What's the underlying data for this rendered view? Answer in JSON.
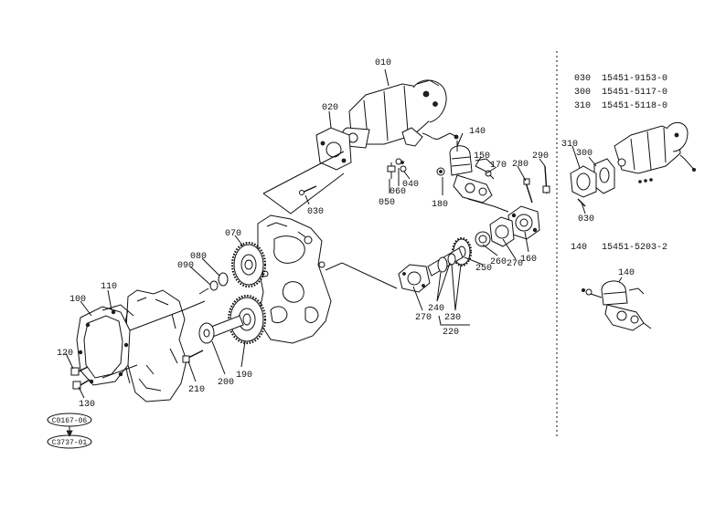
{
  "callouts": {
    "c010": "010",
    "c020": "020",
    "c030": "030",
    "c040": "040",
    "c050": "050",
    "c060": "060",
    "c070": "070",
    "c080": "080",
    "c090": "090",
    "c100": "100",
    "c110": "110",
    "c120": "120",
    "c130": "130",
    "c140": "140",
    "c150": "150",
    "c160": "160",
    "c170": "170",
    "c180": "180",
    "c190": "190",
    "c200": "200",
    "c210": "210",
    "c220": "220",
    "c230": "230",
    "c240": "240",
    "c250": "250",
    "c260": "260",
    "c270a": "270",
    "c270b": "270",
    "c280": "280",
    "c290": "290"
  },
  "references": {
    "ref1": "C0167-06",
    "ref2": "C3737-01"
  },
  "parts_table": {
    "rows": [
      {
        "ref": "030",
        "part": "15451-9153-0"
      },
      {
        "ref": "300",
        "part": "15451-5117-0"
      },
      {
        "ref": "310",
        "part": "15451-5118-0"
      }
    ]
  },
  "inset1": {
    "c310": "310",
    "c300": "300",
    "c030": "030"
  },
  "inset2": {
    "header_ref": "140",
    "header_part": "15451-5203-2",
    "c140": "140"
  }
}
